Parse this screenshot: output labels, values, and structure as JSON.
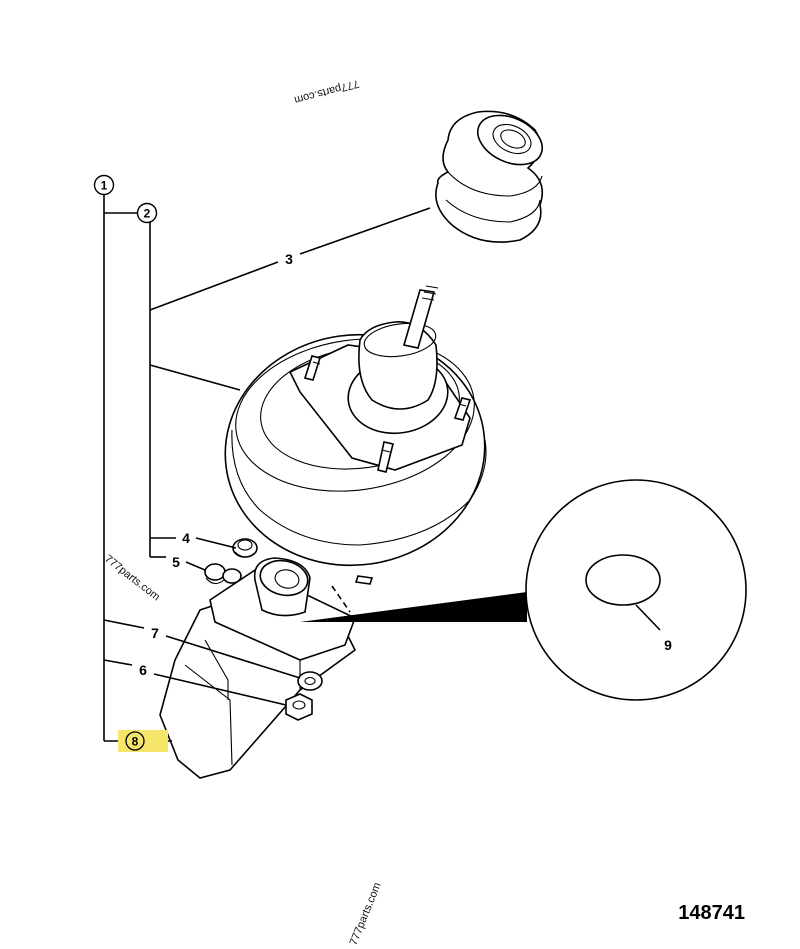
{
  "diagram": {
    "callouts": {
      "c1": "1",
      "c2": "2",
      "c3": "3",
      "c4": "4",
      "c5": "5",
      "c6": "6",
      "c7": "7",
      "c8": "8",
      "c9": "9"
    },
    "highlight_color": "#f5e66b",
    "part_number": "148741",
    "watermarks": [
      "777parts.com",
      "777parts.com",
      "777parts.com"
    ]
  }
}
